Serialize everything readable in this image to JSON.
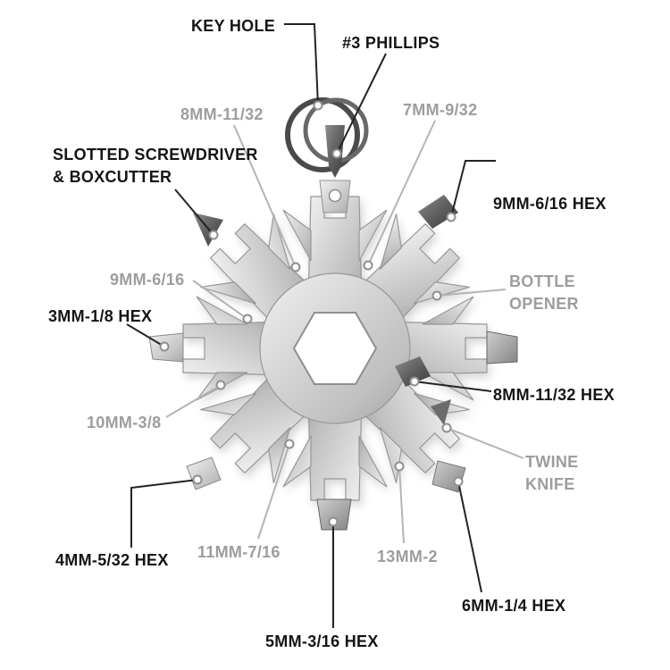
{
  "figure": {
    "subject": "Snowflake-shaped stainless multi-tool with split keyring, annotated"
  },
  "labels": [
    {
      "id": "key-hole",
      "text": "KEY HOLE",
      "tone": "dark"
    },
    {
      "id": "phillips-3",
      "text": "#3 PHILLIPS",
      "tone": "dark"
    },
    {
      "id": "socket-8mm-11-32",
      "text": "8MM-11/32",
      "tone": "gray"
    },
    {
      "id": "socket-7mm-9-32",
      "text": "7MM-9/32",
      "tone": "gray"
    },
    {
      "id": "slotted-boxcutter",
      "text": "SLOTTED SCREWDRIVER\n& BOXCUTTER",
      "tone": "dark"
    },
    {
      "id": "hex-9mm-6-16",
      "text": "9MM-6/16 HEX",
      "tone": "dark"
    },
    {
      "id": "socket-9mm-6-16",
      "text": "9MM-6/16",
      "tone": "gray"
    },
    {
      "id": "bottle-opener",
      "text": "BOTTLE\nOPENER",
      "tone": "gray"
    },
    {
      "id": "hex-3mm-1-8",
      "text": "3MM-1/8 HEX",
      "tone": "dark"
    },
    {
      "id": "hex-8mm-11-32",
      "text": "8MM-11/32 HEX",
      "tone": "dark"
    },
    {
      "id": "socket-10mm-3-8",
      "text": "10MM-3/8",
      "tone": "gray"
    },
    {
      "id": "twine-knife",
      "text": "TWINE\nKNIFE",
      "tone": "gray"
    },
    {
      "id": "hex-4mm-5-32",
      "text": "4MM-5/32 HEX",
      "tone": "dark"
    },
    {
      "id": "socket-11mm-7-16",
      "text": "11MM-7/16",
      "tone": "gray"
    },
    {
      "id": "socket-13mm-2",
      "text": "13MM-2",
      "tone": "gray"
    },
    {
      "id": "hex-6mm-1-4",
      "text": "6MM-1/4 HEX",
      "tone": "dark"
    },
    {
      "id": "hex-5mm-3-16",
      "text": "5MM-3/16 HEX",
      "tone": "dark"
    }
  ],
  "colors": {
    "label_dark": "#151515",
    "label_gray": "#9d9d9d",
    "leader_dark": "#232323",
    "leader_gray": "#b4b4b4",
    "metal_highlight": "#f0f0f0",
    "metal_shadow": "#a6a6a6",
    "background": "#ffffff"
  }
}
